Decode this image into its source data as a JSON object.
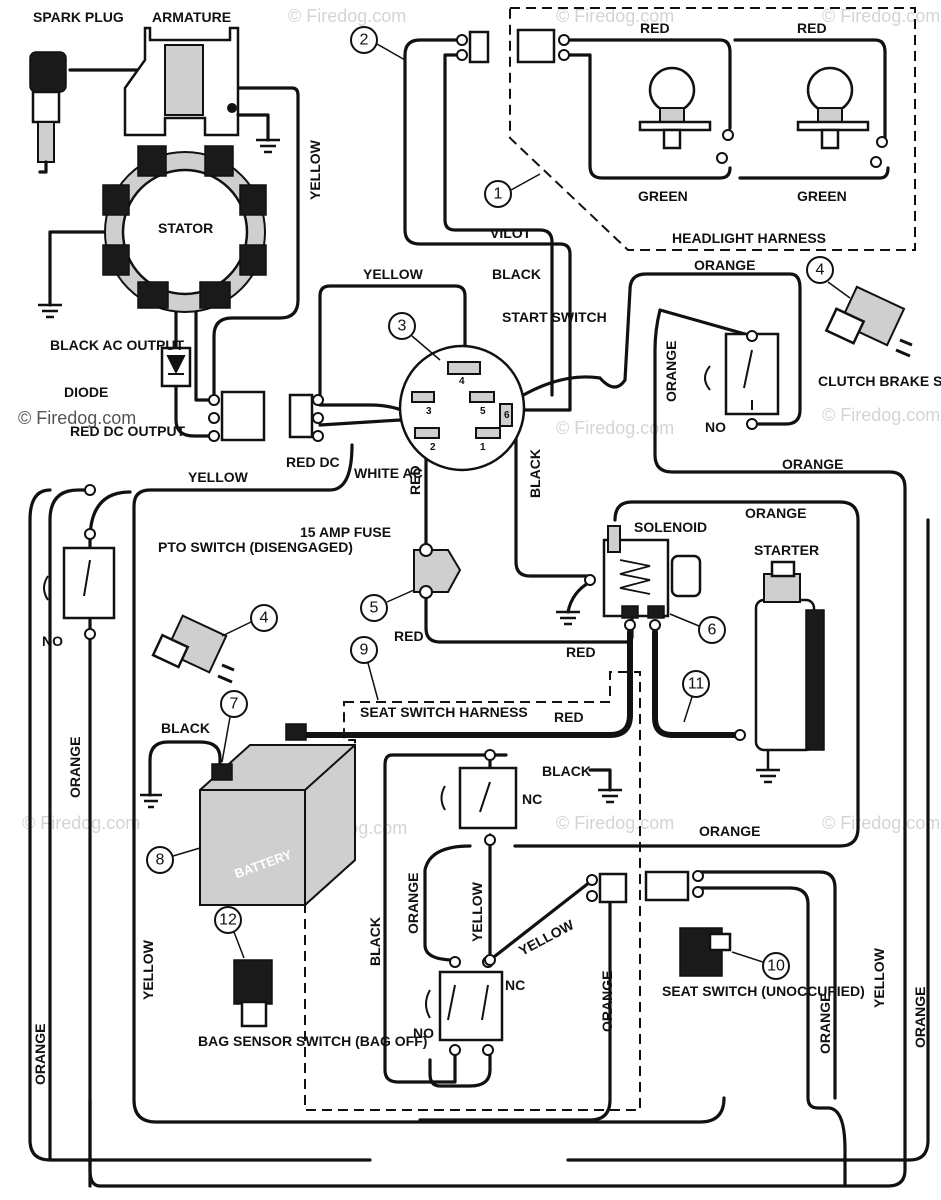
{
  "watermarks": [
    "© Firedog.com",
    "© Firedog.com",
    "© Firedog.com",
    "© Firedog.com",
    "© Firedog.com",
    "© Firedog.com",
    "© Firedog.com",
    "© Firedog.com",
    "© Firedog.com",
    "© Firedog.com"
  ],
  "components": {
    "spark_plug": "SPARK PLUG",
    "armature": "ARMATURE",
    "stator": "STATOR",
    "black_ac_output": "BLACK AC OUTPUT",
    "diode": "DIODE",
    "red_dc_output": "RED DC OUTPUT",
    "start_switch": "START SWITCH",
    "headlight_harness": "HEADLIGHT HARNESS",
    "clutch_brake_switch": "CLUTCH BRAKE SWITCH (PEDAL UP)",
    "pto_switch": "PTO SWITCH (DISENGAGED)",
    "fuse": "15 AMP FUSE",
    "solenoid": "SOLENOID",
    "starter": "STARTER",
    "seat_switch_harness": "SEAT SWITCH HARNESS",
    "battery": "BATTERY",
    "bag_sensor_switch": "BAG SENSOR SWITCH (BAG OFF)",
    "seat_switch": "SEAT SWITCH (UNOCCUPIED)"
  },
  "wire_labels": {
    "yellow": "YELLOW",
    "red": "RED",
    "green": "GREEN",
    "black": "BLACK",
    "orange": "ORANGE",
    "vilot": "VILOT",
    "red_dc": "RED DC",
    "white_ac": "WHITE AC"
  },
  "contact_labels": {
    "no": "NO",
    "nc": "NC"
  },
  "terminal_numbers": [
    "4",
    "3",
    "5",
    "6",
    "2",
    "1"
  ],
  "callouts": [
    "1",
    "2",
    "3",
    "4",
    "4",
    "5",
    "6",
    "7",
    "8",
    "9",
    "10",
    "11",
    "12"
  ]
}
